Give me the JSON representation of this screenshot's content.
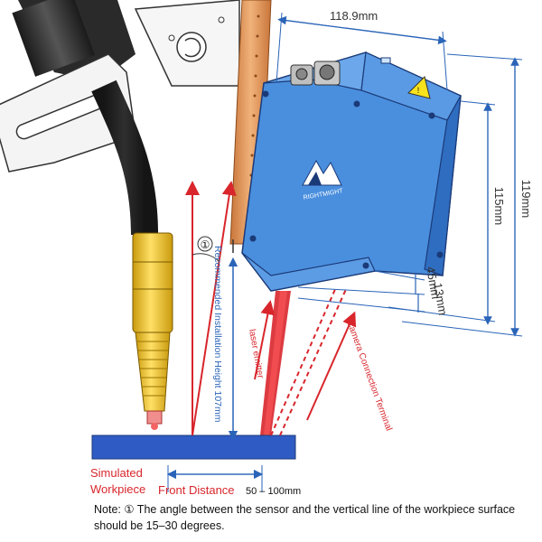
{
  "dimensions": {
    "width_label": "118.9mm",
    "height_115": "115mm",
    "height_119": "119mm",
    "offset_45": "45mm",
    "offset_13": "13mm"
  },
  "sensor": {
    "brand_text": "RIGHTMIGHT",
    "body_color": "#4a8fde",
    "warning_icon": "laser-warning-icon"
  },
  "labels": {
    "angle_marker": "①",
    "recommended_height": "Recommended Installation Height 107mm",
    "laser_emitter": "laser emitter",
    "camera_terminal": "Camera Connection Terminal",
    "simulated_workpiece_line1": "Simulated",
    "simulated_workpiece_line2": "Workpiece",
    "front_distance": "Front Distance",
    "front_distance_range": "50 – 100mm"
  },
  "note": {
    "text": "Note: ① The angle between the sensor and the vertical line of the workpiece surface should be 15–30 degrees."
  },
  "colors": {
    "red": "#d8262c",
    "blue": "#2a64b8",
    "workpiece": "#2f5cc4",
    "torch_yellow": "#f2c21a",
    "copper": "#d98c4a"
  }
}
